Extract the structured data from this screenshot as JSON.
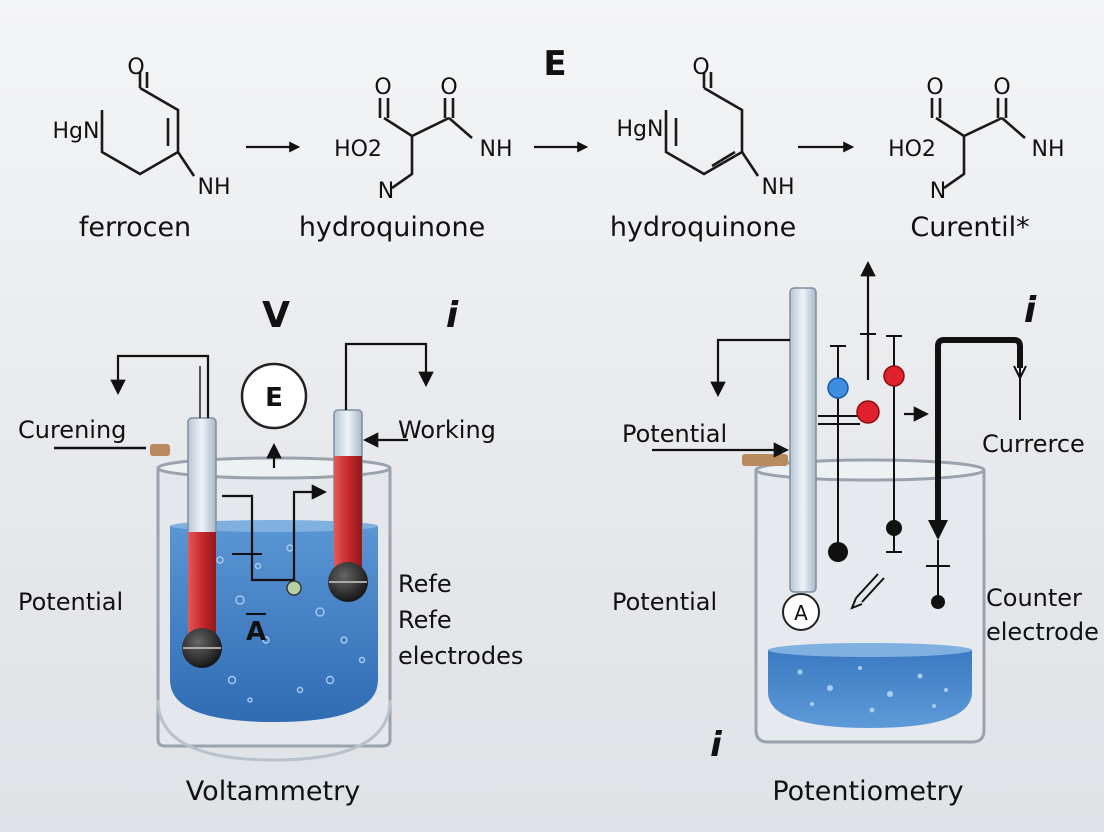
{
  "header": {
    "letter": "E"
  },
  "molecules": [
    {
      "name": "ferrocen",
      "atoms": [
        "O",
        "HgN",
        "NH"
      ]
    },
    {
      "name": "hydroquinone",
      "atoms": [
        "O",
        "O",
        "HO2",
        "NH",
        "N"
      ]
    },
    {
      "name": "hydroquinone",
      "atoms": [
        "O",
        "HgN",
        "NH"
      ]
    },
    {
      "name": "Curentil*",
      "atoms": [
        "O",
        "O",
        "HO2",
        "NH",
        "N"
      ]
    }
  ],
  "voltammetry": {
    "title": "Voltammetry",
    "v_label": "V",
    "i_label": "i",
    "meter": "E",
    "ammeter": "A",
    "labels": {
      "curening": "Curening",
      "working": "Working",
      "potential": "Potential",
      "refe1": "Refe",
      "refe2": "Refe",
      "electrodes": "electrodes"
    }
  },
  "potentiometry": {
    "title": "Potentiometry",
    "i_top": "i",
    "i_bottom": "i",
    "ammeter": "A",
    "labels": {
      "potential_top": "Potential",
      "potential_side": "Potential",
      "currerce": "Currerce",
      "counter": "Counter",
      "electrode": "electrode"
    }
  },
  "colors": {
    "solution": "#3f7fc4",
    "solution_light": "#7fb0e0",
    "electrode_red": "#c8282c",
    "dot_blue": "#3d8ee0",
    "dot_red": "#e0202a",
    "glass": "#cfd6dd"
  }
}
